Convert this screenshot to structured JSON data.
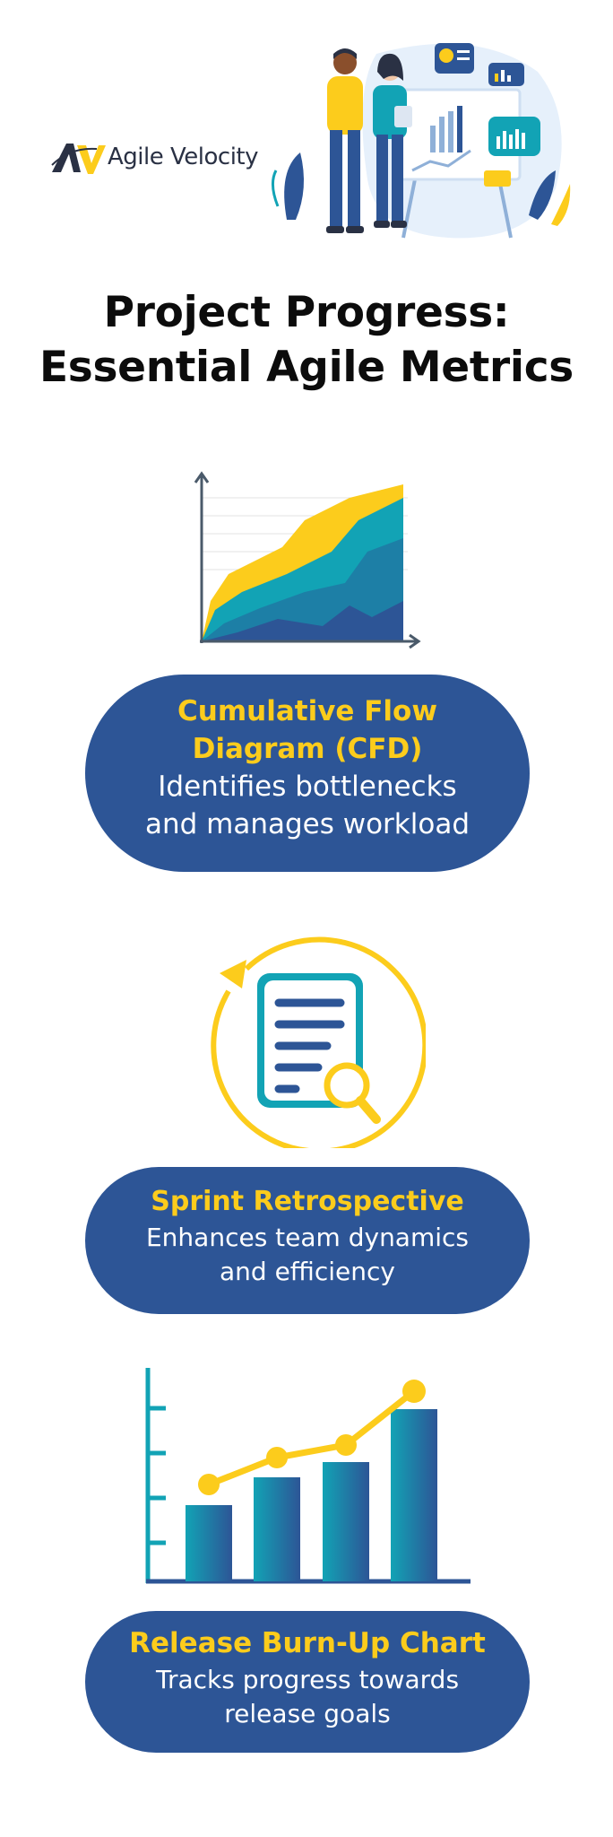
{
  "brand": {
    "logo_mark": "AV",
    "name": "Agile Velocity"
  },
  "title": {
    "line1": "Project Progress:",
    "line2": "Essential Agile Metrics"
  },
  "metrics": [
    {
      "title": "Cumulative Flow\nDiagram (CFD)",
      "description": "Identifies bottlenecks\nand manages workload",
      "icon": "stacked-area-chart-icon"
    },
    {
      "title": "Sprint Retrospective",
      "description": "Enhances team dynamics\nand efficiency",
      "icon": "document-review-icon"
    },
    {
      "title": "Release Burn-Up Chart",
      "description": "Tracks progress towards\nrelease goals",
      "icon": "burn-up-chart-icon"
    }
  ],
  "colors": {
    "navy": "#2d5596",
    "yellow": "#fccc1c",
    "teal": "#12a3b5",
    "text": "#0c0c0c"
  }
}
